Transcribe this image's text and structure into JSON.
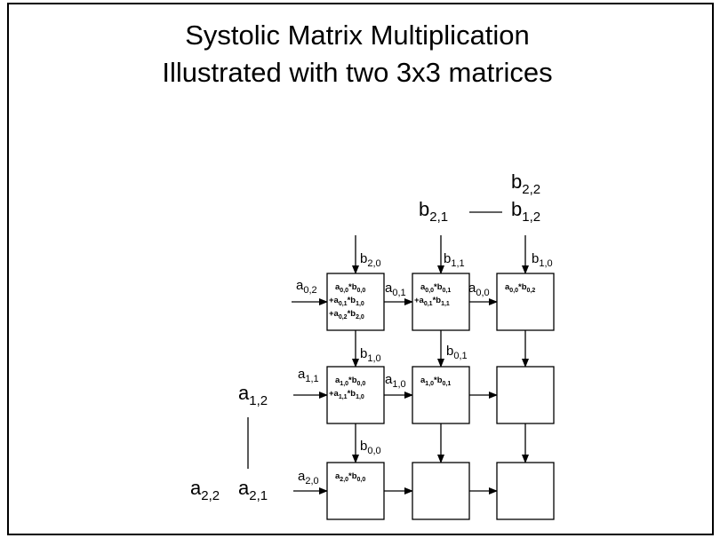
{
  "frame": {
    "border_color": "#000000",
    "background": "#ffffff"
  },
  "title": {
    "line1": "Systolic Matrix Multiplication",
    "line2": "Illustrated with two 3x3 matrices"
  },
  "queued_b": {
    "b22": {
      "base": "b",
      "sub": "2,2"
    },
    "b21": {
      "base": "b",
      "sub": "2,1"
    },
    "b12": {
      "base": "b",
      "sub": "1,2"
    }
  },
  "queued_a": {
    "a12": {
      "base": "a",
      "sub": "1,2"
    },
    "a22": {
      "base": "a",
      "sub": "2,2"
    },
    "a21": {
      "base": "a",
      "sub": "2,1"
    }
  },
  "vertical_labels": [
    {
      "base": "b",
      "sub": "2,0"
    },
    {
      "base": "b",
      "sub": "1,1"
    },
    {
      "base": "b",
      "sub": "1,0"
    },
    {
      "base": "b",
      "sub": "1,0"
    },
    {
      "base": "b",
      "sub": "0,1"
    },
    {
      "base": "b",
      "sub": "0,0"
    }
  ],
  "horizontal_labels": [
    {
      "base": "a",
      "sub": "0,2"
    },
    {
      "base": "a",
      "sub": "0,1"
    },
    {
      "base": "a",
      "sub": "0,0"
    },
    {
      "base": "a",
      "sub": "1,1"
    },
    {
      "base": "a",
      "sub": "1,0"
    },
    {
      "base": "a",
      "sub": "2,0"
    }
  ],
  "pe_grid": [
    [
      {
        "terms": [
          {
            "prefix": "",
            "a": "0,0",
            "b": "0,0"
          },
          {
            "prefix": "+",
            "a": "0,1",
            "b": "1,0"
          },
          {
            "prefix": "+",
            "a": "0,2",
            "b": "2,0"
          }
        ]
      },
      {
        "terms": [
          {
            "prefix": "",
            "a": "0,0",
            "b": "0,1"
          },
          {
            "prefix": "+",
            "a": "0,1",
            "b": "1,1"
          }
        ]
      },
      {
        "terms": [
          {
            "prefix": "",
            "a": "0,0",
            "b": "0,2"
          }
        ]
      }
    ],
    [
      {
        "terms": [
          {
            "prefix": "",
            "a": "1,0",
            "b": "0,0"
          },
          {
            "prefix": "+",
            "a": "1,1",
            "b": "1,0"
          }
        ]
      },
      {
        "terms": [
          {
            "prefix": "",
            "a": "1,0",
            "b": "0,1"
          }
        ]
      },
      {
        "terms": []
      }
    ],
    [
      {
        "terms": [
          {
            "prefix": "",
            "a": "2,0",
            "b": "0,0"
          }
        ]
      },
      {
        "terms": []
      },
      {
        "terms": []
      }
    ]
  ]
}
